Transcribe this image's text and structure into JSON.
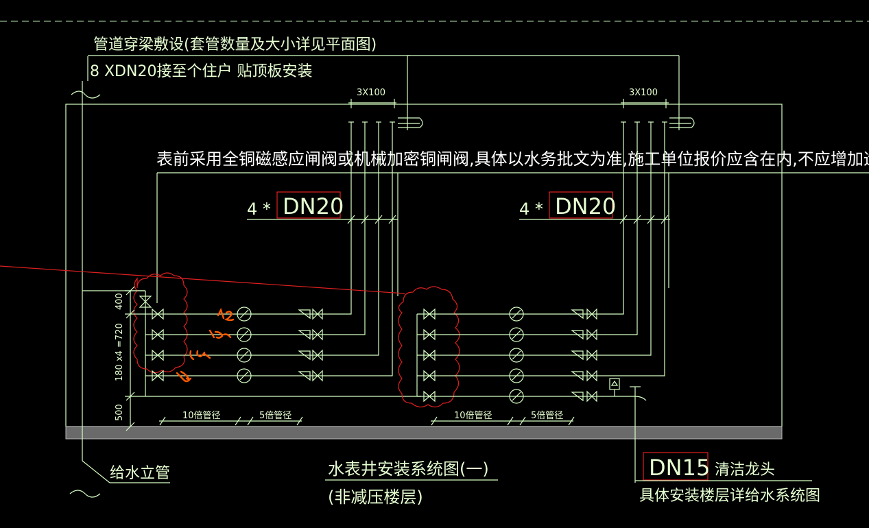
{
  "notes": {
    "top_line1": "管道穿梁敷设(套管数量及大小详见平面图)",
    "top_line2": "8 XDN20接至个住户 贴顶板安装",
    "valve_note": "表前采用全铜磁感应闸阀或机械加密铜闸阀,具体以水务批文为准,施工单位报价应含在内,不应增加造价",
    "riser": "给水立管",
    "title": "水表井安装系统图(一)",
    "subtitle": "(非减压楼层)",
    "faucet": "清洁龙头",
    "faucet_note": "具体安装楼层详给水系统图"
  },
  "labels": {
    "spacing_left": "3X100",
    "spacing_right": "3X100",
    "qty_left": "4 *",
    "size_left": "DN20",
    "qty_right": "4 *",
    "size_right": "DN20",
    "faucet_size": "DN15",
    "dim_400": "400",
    "dim_720": "180 x4 =720",
    "dim_500": "500",
    "len_10x_left": "10倍管径",
    "len_5x_left": "5倍管径",
    "len_10x_right": "10倍管径",
    "len_5x_right": "5倍管径"
  },
  "colors": {
    "line": "#d7ffc4",
    "text": "#e6ffd2",
    "markup": "#e02020",
    "sketch": "#ff5a00",
    "floor": "#6a6a6a"
  }
}
